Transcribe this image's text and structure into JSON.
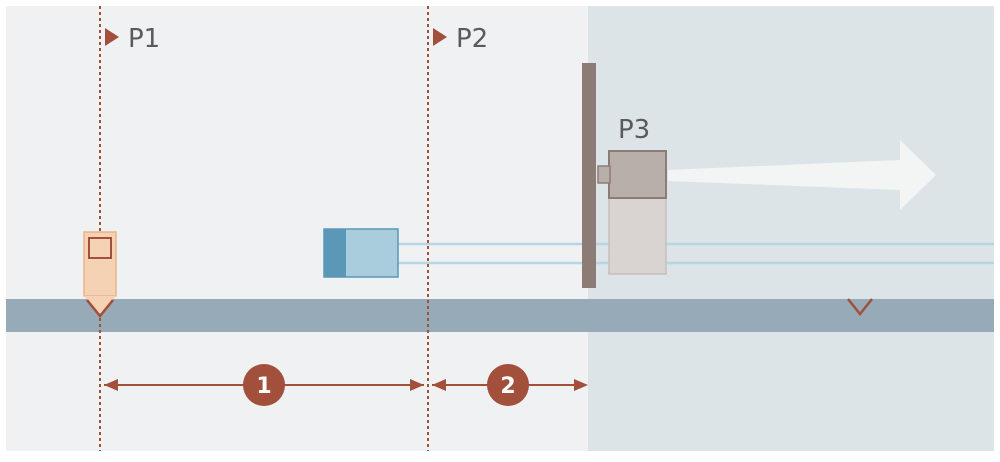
{
  "labels": {
    "p1": "P1",
    "p2": "P2",
    "p3": "P3",
    "dim1": "1",
    "dim2": "2"
  },
  "colors": {
    "frame_bg_left": "#eff1f2",
    "frame_bg_right": "#dde4e8",
    "belt": "#97aab8",
    "marker_line": "#a24f3b",
    "sensor_body": "#f6d2b4",
    "sensor_border": "#e2a878",
    "cylinder_light": "#a9cddc",
    "cylinder_dark": "#5b97b6",
    "wall": "#8d7c76",
    "pusher_head": "#b8aeaa",
    "pusher_body": "#d9d4d2",
    "label_text": "#5a5a5a"
  }
}
